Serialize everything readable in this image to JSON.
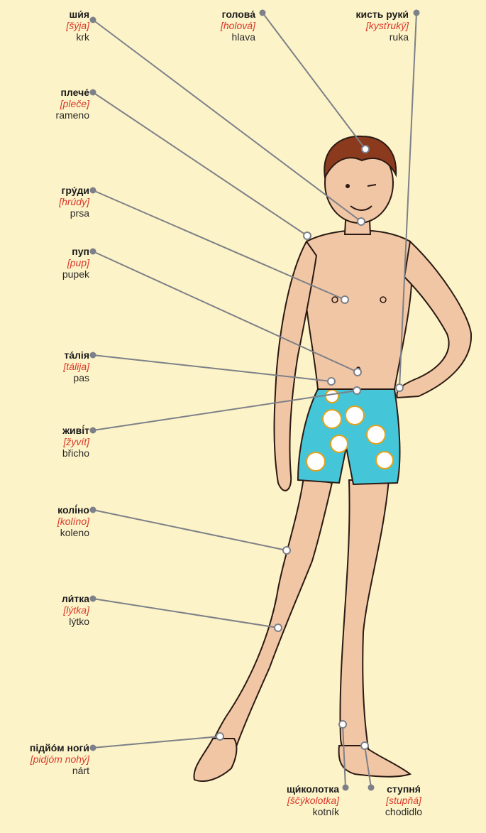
{
  "colors": {
    "background": "#fdf3c8",
    "leader_line": "#7d8088",
    "transliteration": "#d9382a",
    "skin": "#f1c6a4",
    "hair": "#8b3a1e",
    "shorts": "#45c6d8"
  },
  "labels": [
    {
      "id": "neck",
      "word": "ши́я",
      "translit": "[šýja]",
      "translation": "krk"
    },
    {
      "id": "head",
      "word": "голова́",
      "translit": "[holová]",
      "translation": "hlava"
    },
    {
      "id": "hand",
      "word": "кисть руки́",
      "translit": "[kysťrukÿ]",
      "translation": "ruka"
    },
    {
      "id": "shoulder",
      "word": "плече́",
      "translit": "[pleče]",
      "translation": "rameno"
    },
    {
      "id": "chest",
      "word": "гру́ди",
      "translit": "[hrúdy]",
      "translation": "prsa"
    },
    {
      "id": "navel",
      "word": "пуп",
      "translit": "[pup]",
      "translation": "pupek"
    },
    {
      "id": "waist",
      "word": "та́лія",
      "translit": "[tálija]",
      "translation": "pas"
    },
    {
      "id": "belly",
      "word": "живі́т",
      "translit": "[žyvít]",
      "translation": "břicho"
    },
    {
      "id": "knee",
      "word": "колі́но",
      "translit": "[kolíno]",
      "translation": "koleno"
    },
    {
      "id": "calf",
      "word": "ли́тка",
      "translit": "[lýtka]",
      "translation": "lýtko"
    },
    {
      "id": "instep",
      "word": "підйо́м ноги́",
      "translit": "[pidjóm nohý]",
      "translation": "nárt"
    },
    {
      "id": "ankle",
      "word": "щи́колотка",
      "translit": "[ščýkolotka]",
      "translation": "kotník"
    },
    {
      "id": "sole",
      "word": "ступня́",
      "translit": "[stupňá]",
      "translation": "chodidlo"
    }
  ]
}
